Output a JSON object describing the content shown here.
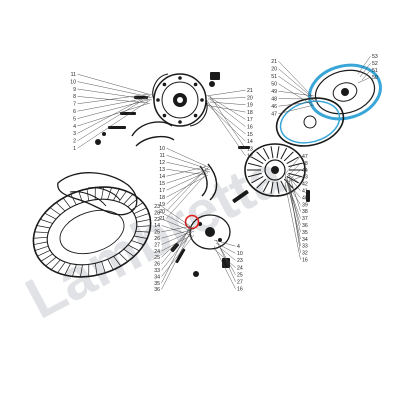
{
  "watermark": {
    "text": "Lambretta",
    "color": "#c8ccd0"
  },
  "highlight": {
    "color": "#e01e1e",
    "part": "21"
  },
  "accent": {
    "rim_blue": "#3aa6d8"
  },
  "callouts": {
    "hub_left": [
      "11",
      "10",
      "9",
      "8",
      "7",
      "6",
      "5",
      "4",
      "3",
      "2",
      "1"
    ],
    "hub_right": [
      "21",
      "20",
      "19",
      "18",
      "17",
      "16",
      "15",
      "14",
      "13",
      "12"
    ],
    "brake_shoes": [
      "10",
      "11",
      "12",
      "13",
      "14",
      "15",
      "17",
      "18",
      "19",
      "20",
      "21"
    ],
    "rim_top": [
      "21",
      "20",
      "51",
      "50",
      "49",
      "48",
      "46",
      "47"
    ],
    "rim_right": [
      "53",
      "52",
      "51",
      "50"
    ],
    "drum_right": [
      "47",
      "48",
      "44",
      "43",
      "42",
      "41",
      "40",
      "39",
      "38",
      "37",
      "36",
      "35",
      "34",
      "33",
      "32",
      "16"
    ],
    "lower": [
      "23",
      "28",
      "22",
      "14",
      "25",
      "26",
      "27",
      "24",
      "25",
      "26",
      "33",
      "34",
      "35",
      "36"
    ],
    "misc": [
      "4",
      "10",
      "23",
      "24",
      "25",
      "27",
      "16"
    ]
  }
}
